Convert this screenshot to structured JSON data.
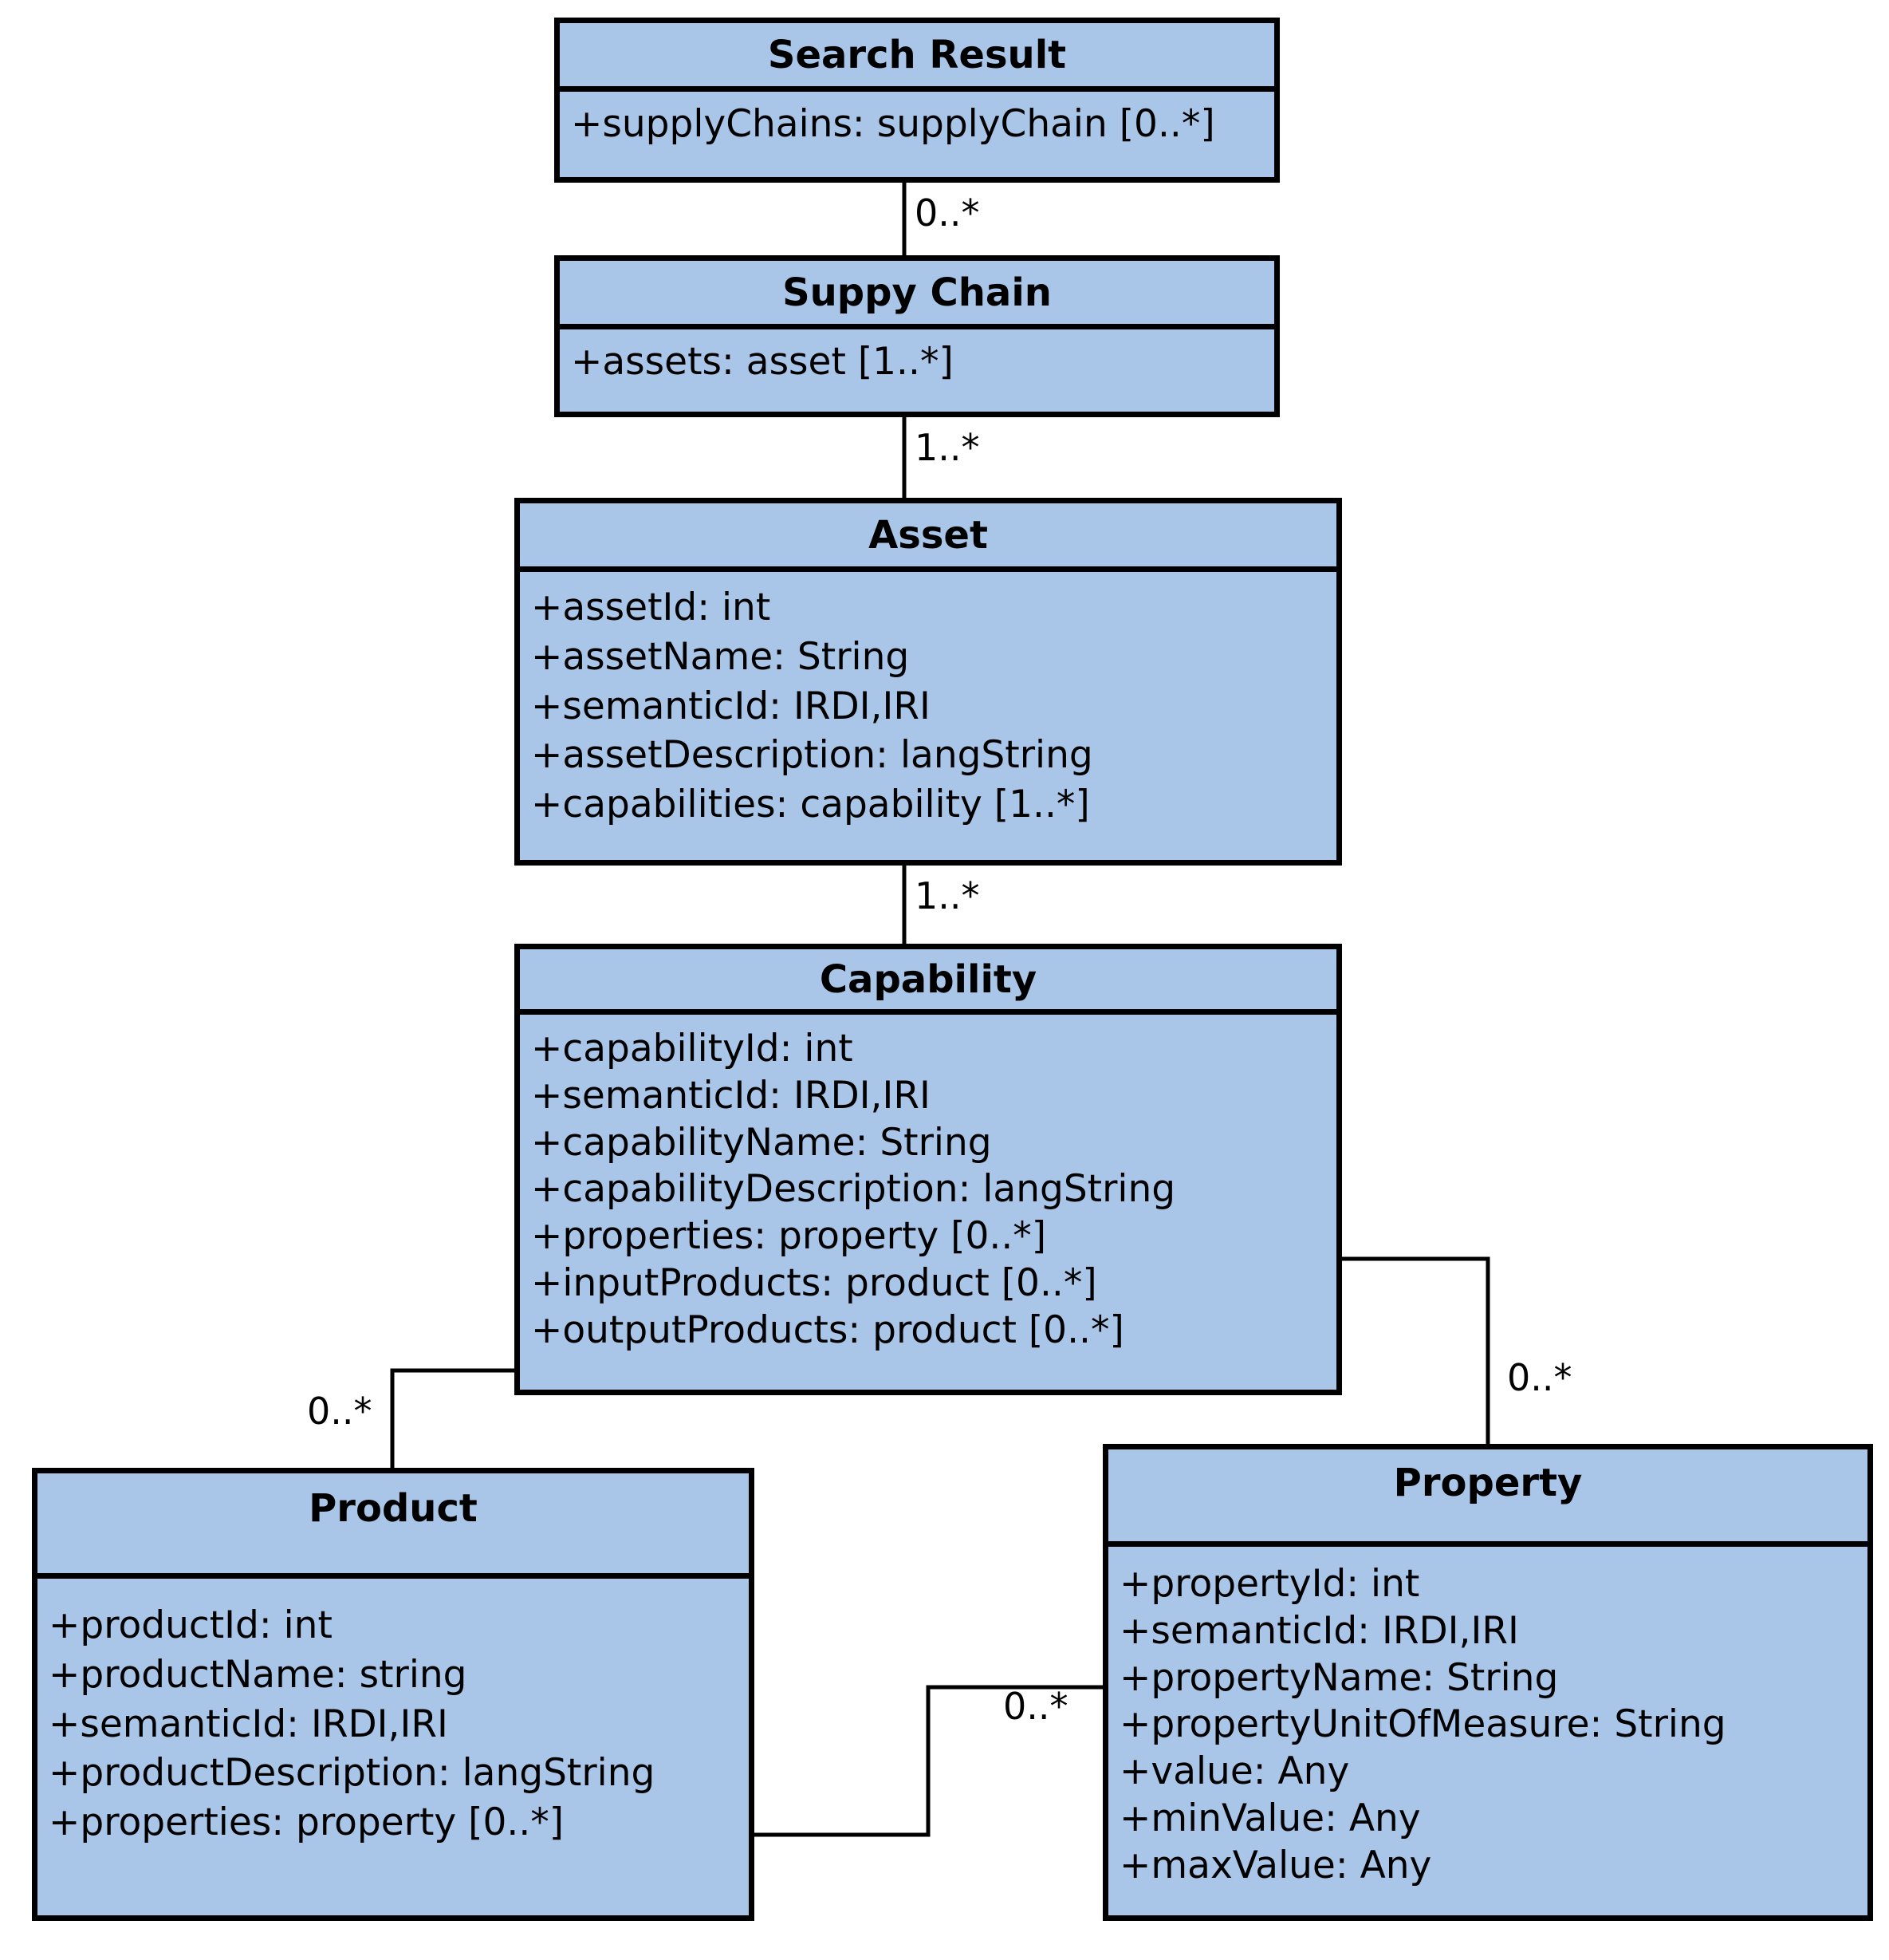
{
  "diagram": {
    "type": "uml-class-diagram",
    "fill_color": "#a9c6e8",
    "stroke_color": "#000000",
    "background_color": "#ffffff"
  },
  "classes": [
    {
      "id": "search-result",
      "name": "Search Result",
      "attributes": [
        "+supplyChains: supplyChain [0..*]"
      ]
    },
    {
      "id": "supply-chain",
      "name": "Suppy Chain",
      "attributes": [
        "+assets: asset [1..*]"
      ]
    },
    {
      "id": "asset",
      "name": "Asset",
      "attributes": [
        "+assetId: int",
        "+assetName: String",
        "+semanticId: IRDI,IRI",
        "+assetDescription: langString",
        "+capabilities: capability [1..*]"
      ]
    },
    {
      "id": "capability",
      "name": "Capability",
      "attributes": [
        "+capabilityId: int",
        "+semanticId: IRDI,IRI",
        "+capabilityName: String",
        "+capabilityDescription: langString",
        "+properties: property [0..*]",
        "+inputProducts: product [0..*]",
        "+outputProducts: product [0..*]"
      ]
    },
    {
      "id": "product",
      "name": "Product",
      "attributes": [
        "+productId: int",
        "+productName: string",
        "+semanticId: IRDI,IRI",
        "+productDescription: langString",
        "+properties: property [0..*]"
      ]
    },
    {
      "id": "property",
      "name": "Property",
      "attributes": [
        "+propertyId: int",
        "+semanticId: IRDI,IRI",
        "+propertyName: String",
        "+propertyUnitOfMeasure: String",
        "+value: Any",
        "+minValue: Any",
        "+maxValue: Any"
      ]
    }
  ],
  "associations": [
    {
      "id": "sr-sc",
      "from": "search-result",
      "to": "supply-chain",
      "multiplicity": "0..*"
    },
    {
      "id": "sc-as",
      "from": "supply-chain",
      "to": "asset",
      "multiplicity": "1..*"
    },
    {
      "id": "as-cap",
      "from": "asset",
      "to": "capability",
      "multiplicity": "1..*"
    },
    {
      "id": "cap-pr",
      "from": "capability",
      "to": "product",
      "multiplicity": "0..*"
    },
    {
      "id": "cap-pp",
      "from": "capability",
      "to": "property",
      "multiplicity": "0..*"
    },
    {
      "id": "pr-pp",
      "from": "product",
      "to": "property",
      "multiplicity": "0..*"
    }
  ]
}
